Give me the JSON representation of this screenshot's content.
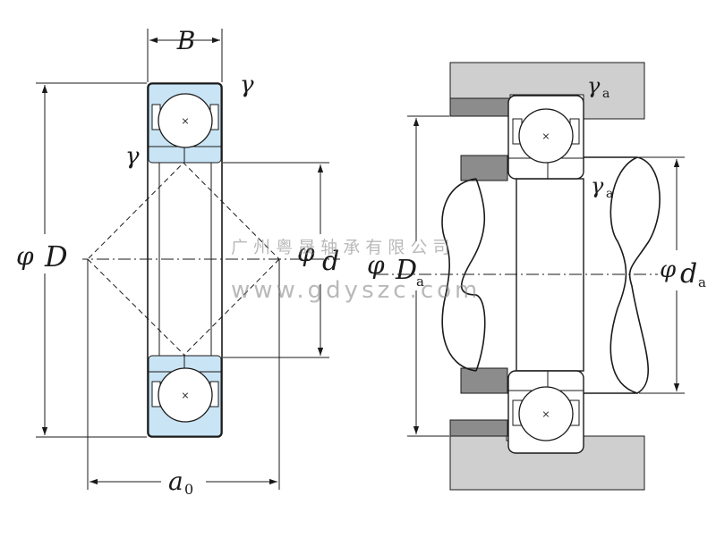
{
  "labels": {
    "width_B": "B",
    "chamfer_r": "γ",
    "outer_diameter_symbol": "φ",
    "outer_diameter": "D",
    "bore_symbol": "φ",
    "bore": "d",
    "housing_shoulder_symbol": "φ",
    "housing_shoulder": "D",
    "housing_shoulder_sub": "a",
    "shaft_shoulder_symbol": "φ",
    "shaft_shoulder": "d",
    "shaft_shoulder_sub": "a",
    "fillet_r": "γ",
    "fillet_sub": "a",
    "load_center": "a",
    "load_center_sub": "0",
    "ball_mark": "×"
  },
  "watermark": {
    "company": "广 州 粤 晟 轴 承 有 限 公 司",
    "url": "www.gdyszc.com"
  },
  "colors": {
    "ring_fill": "#c9e4f4",
    "housing_fill": "#cfcfcf",
    "shoulder_fill": "#8c8c8c",
    "ink": "#1a1a1a"
  }
}
